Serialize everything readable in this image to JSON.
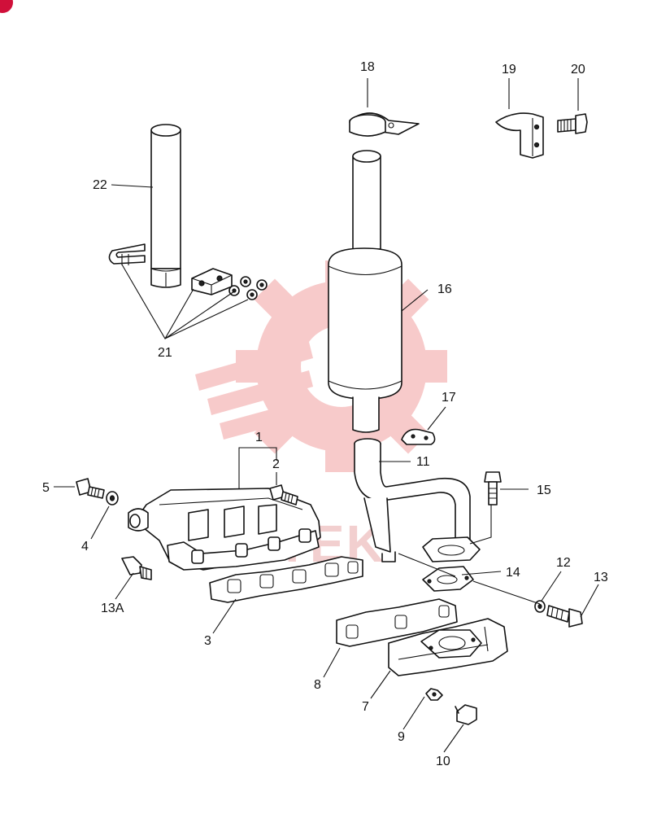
{
  "watermark": {
    "text": "ITEK",
    "color": "#f2a0a0"
  },
  "badge_color": "#d0103a",
  "callouts": {
    "c1": "1",
    "c2": "2",
    "c3": "3",
    "c4": "4",
    "c5": "5",
    "c7": "7",
    "c8": "8",
    "c9": "9",
    "c10": "10",
    "c11": "11",
    "c12": "12",
    "c13": "13",
    "c13a": "13A",
    "c14": "14",
    "c15": "15",
    "c16": "16",
    "c17": "17",
    "c18": "18",
    "c19": "19",
    "c20": "20",
    "c21": "21",
    "c22": "22"
  }
}
